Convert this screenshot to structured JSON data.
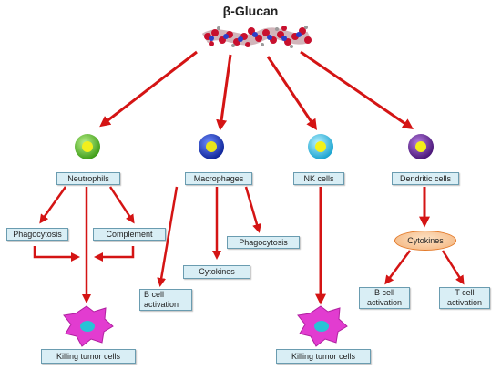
{
  "title": "β-Glucan",
  "cells": {
    "neutrophils": "Neutrophils",
    "macrophages": "Macrophages",
    "nk": "NK cells",
    "dendritic": "Dendritic cells"
  },
  "neutrophil_branch": {
    "phagocytosis": "Phagocytosis",
    "complement": "Complement",
    "killing": "Killing tumor cells"
  },
  "macrophage_branch": {
    "b_cell_line1": "B cell",
    "b_cell_line2": "activation",
    "cytokines": "Cytokines",
    "phagocytosis": "Phagocytosis"
  },
  "nk_branch": {
    "killing": "Killing tumor cells"
  },
  "dendritic_branch": {
    "cytokines": "Cytokines",
    "b_cell_line1": "B cell",
    "b_cell_line2": "activation",
    "t_cell_line1": "T cell",
    "t_cell_line2": "activation"
  },
  "colors": {
    "arrow": "#d41414",
    "box_fill": "#d9eef5",
    "box_border": "#6a9cb0",
    "neutrophil_ring": "#5cc12a",
    "neutrophil_core": "#f2ef1c",
    "macrophage_ring": "#1a3fcf",
    "macrophage_core": "#e8e31c",
    "nk_ring": "#36c9ee",
    "nk_core": "#f4f21a",
    "dendritic_ring": "#6e2da0",
    "dendritic_core": "#f3ef1a",
    "tumor_cell": "#e23cd0",
    "tumor_nucleus": "#27c3d6"
  }
}
